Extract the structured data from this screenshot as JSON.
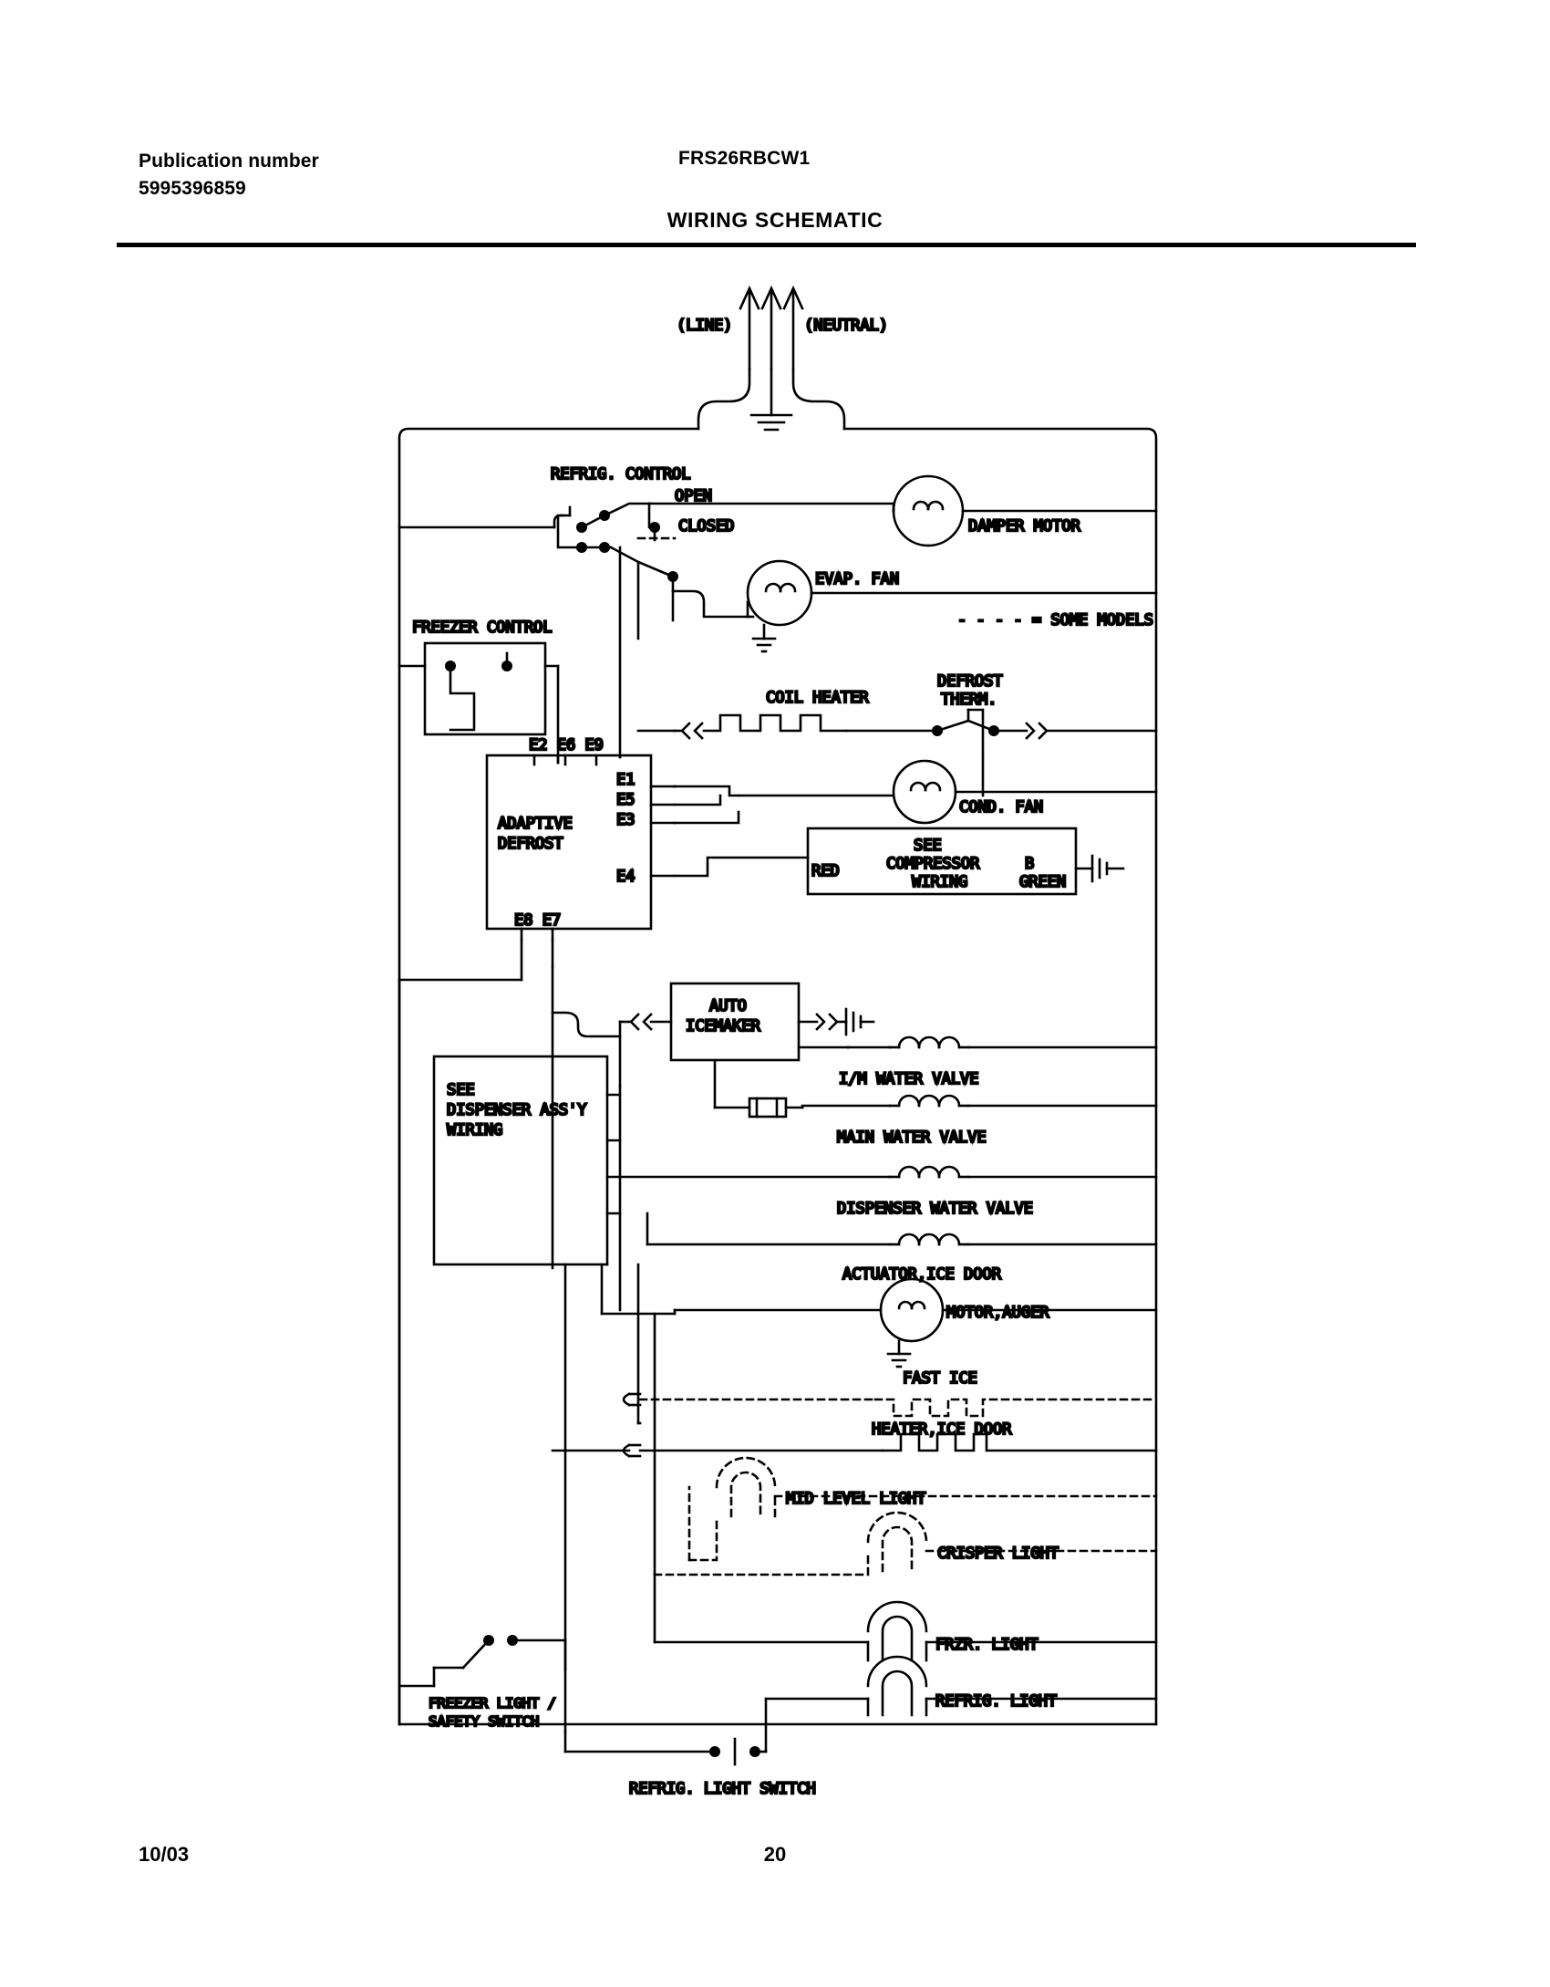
{
  "document": {
    "publication_label": "Publication number",
    "publication_number": "5995396859",
    "model_number": "FRS26RBCW1",
    "title": "WIRING SCHEMATIC",
    "footer_date": "10/03",
    "page_number": "20"
  },
  "schematic": {
    "power": {
      "line_label": "(LINE)",
      "neutral_label": "(NEUTRAL)"
    },
    "legend": {
      "some_models": "----- = SOME MODELS"
    },
    "components": [
      {
        "id": "refrig-control",
        "label": "REFRIG. CONTROL"
      },
      {
        "id": "refrig-control-open",
        "label": "OPEN"
      },
      {
        "id": "refrig-control-closed",
        "label": "CLOSED"
      },
      {
        "id": "damper-motor",
        "label": "DAMPER MOTOR"
      },
      {
        "id": "evap-fan",
        "label": "EVAP. FAN"
      },
      {
        "id": "freezer-control",
        "label": "FREEZER CONTROL"
      },
      {
        "id": "coil-heater",
        "label": "COIL HEATER"
      },
      {
        "id": "defrost-therm",
        "label": "DEFROST\nTHERM."
      },
      {
        "id": "adaptive-defrost",
        "label": "ADAPTIVE\nDEFROST"
      },
      {
        "id": "cond-fan",
        "label": "COND. FAN"
      },
      {
        "id": "compressor-wiring",
        "label": "SEE\nCOMPRESSOR\nWIRING"
      },
      {
        "id": "auto-icemaker",
        "label": "AUTO\nICEMAKER"
      },
      {
        "id": "im-water-valve",
        "label": "I/M WATER VALVE"
      },
      {
        "id": "main-water-valve",
        "label": "MAIN WATER VALVE"
      },
      {
        "id": "dispenser-water-valve",
        "label": "DISPENSER WATER VALVE"
      },
      {
        "id": "actuator-ice-door",
        "label": "ACTUATOR,ICE DOOR"
      },
      {
        "id": "motor-auger",
        "label": "MOTOR,AUGER"
      },
      {
        "id": "fast-ice",
        "label": "FAST ICE"
      },
      {
        "id": "heater-ice-door",
        "label": "HEATER,ICE DOOR"
      },
      {
        "id": "mid-level-light",
        "label": "MID LEVEL LIGHT"
      },
      {
        "id": "crisper-light",
        "label": "CRISPER LIGHT"
      },
      {
        "id": "frzr-light",
        "label": "FRZR. LIGHT"
      },
      {
        "id": "refrig-light",
        "label": "REFRIG. LIGHT"
      },
      {
        "id": "dispenser-assy",
        "label": "SEE\nDISPENSER ASS'Y\nWIRING"
      },
      {
        "id": "freezer-light-safety-switch",
        "label": "FREEZER LIGHT /\nSAFETY SWITCH"
      },
      {
        "id": "refrig-light-switch",
        "label": "REFRIG. LIGHT SWITCH"
      }
    ],
    "adaptive_defrost_terminals": {
      "top_row": "E2 E6 E9",
      "right": [
        "E1",
        "E5",
        "E3",
        "E4"
      ],
      "bottom_row": "E8 E7"
    },
    "compressor_box": {
      "left_label": "RED",
      "right_label": "GREEN",
      "center_top": "B"
    },
    "labels": {
      "damper_motor": "DAMPER MOTOR",
      "evap_fan": "EVAP. FAN",
      "cond_fan": "COND. FAN",
      "refrig_control": "REFRIG. CONTROL",
      "open": "OPEN",
      "closed": "CLOSED",
      "freezer_control": "FREEZER CONTROL",
      "coil_heater": "COIL HEATER",
      "defrost_therm_1": "DEFROST",
      "defrost_therm_2": "THERM.",
      "adaptive_defrost_1": "ADAPTIVE",
      "adaptive_defrost_2": "DEFROST",
      "see_1": "SEE",
      "compressor_2": "COMPRESSOR",
      "wiring_3": "WIRING",
      "red": "RED",
      "green": "GREEN",
      "b": "B",
      "auto": "AUTO",
      "icemaker": "ICEMAKER",
      "im_water_valve": "I/M WATER VALVE",
      "main_water_valve": "MAIN WATER VALVE",
      "dispenser_water_valve": "DISPENSER WATER VALVE",
      "actuator_ice_door": "ACTUATOR,ICE DOOR",
      "motor_auger": "MOTOR,AUGER",
      "fast_ice": "FAST ICE",
      "heater_ice_door": "HEATER,ICE DOOR",
      "mid_level_light": "MID LEVEL LIGHT",
      "crisper_light": "CRISPER LIGHT",
      "frzr_light": "FRZR. LIGHT",
      "refrig_light": "REFRIG. LIGHT",
      "see_disp_1": "SEE",
      "see_disp_2": "DISPENSER ASS'Y",
      "see_disp_3": "WIRING",
      "freezer_light_1": "FREEZER LIGHT /",
      "freezer_light_2": "SAFETY SWITCH",
      "refrig_light_switch": "REFRIG. LIGHT SWITCH",
      "some_models": "- - - - = SOME MODELS",
      "line": "(LINE)",
      "neutral": "(NEUTRAL)",
      "e_top": "E2 E6 E9",
      "e1": "E1",
      "e5": "E5",
      "e3": "E3",
      "e4": "E4",
      "e_bottom": "E8 E7"
    }
  }
}
